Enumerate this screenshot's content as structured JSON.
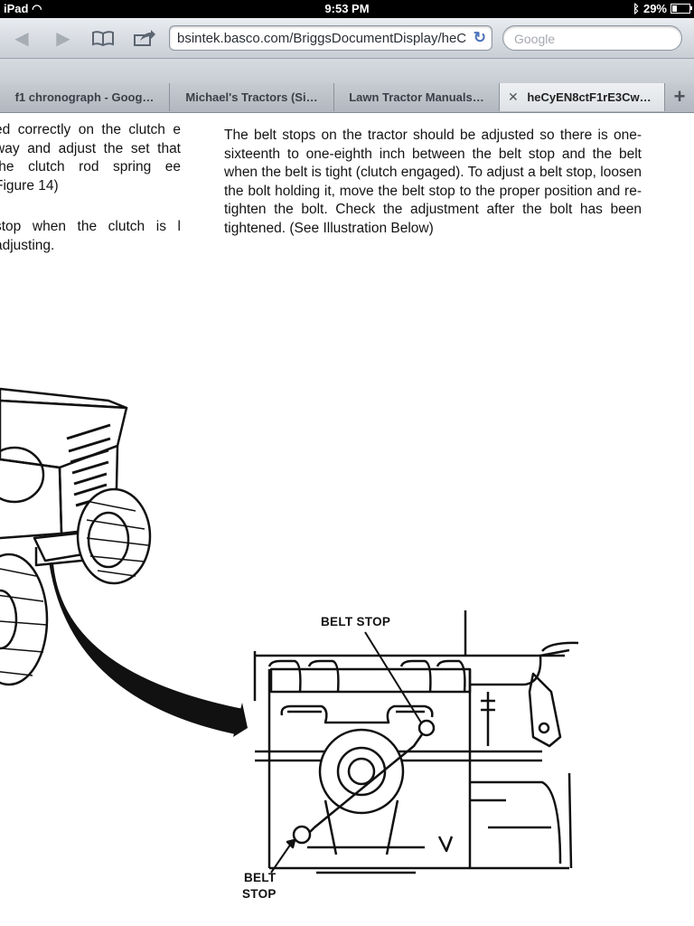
{
  "status_bar": {
    "device": "iPad",
    "time": "9:53 PM",
    "battery": "29%",
    "battery_level": 0.29
  },
  "toolbar": {
    "url": "bsintek.basco.com/BriggsDocumentDisplay/heCy",
    "search_placeholder": "Google"
  },
  "tabs": [
    {
      "label": "f1 chronograph - Goog…",
      "active": false
    },
    {
      "label": "Michael's Tractors (Si…",
      "active": false
    },
    {
      "label": "Lawn Tractor Manuals…",
      "active": false
    },
    {
      "label": "heCyEN8ctF1rE3Cw…",
      "active": true
    }
  ],
  "page": {
    "left_column": {
      "para1": "ed correctly on the clutch e way and adjust the set that the clutch rod spring ee Figure 14)",
      "para2": "stop when the clutch is l adjusting."
    },
    "right_column": {
      "para1": "The belt stops on the tractor should be adjusted so there is one-sixteenth to one-eighth inch between the belt stop and the belt when the belt is tight (clutch engaged). To adjust a belt stop, loosen the bolt holding it, move the belt stop to the proper position and re-tighten the bolt. Check the adjustment after the bolt has been tightened. (See Illustration Below)"
    },
    "labels": {
      "belt_stop_top": "BELT STOP",
      "belt_stop_bottom_line1": "BELT",
      "belt_stop_bottom_line2": "STOP"
    }
  }
}
